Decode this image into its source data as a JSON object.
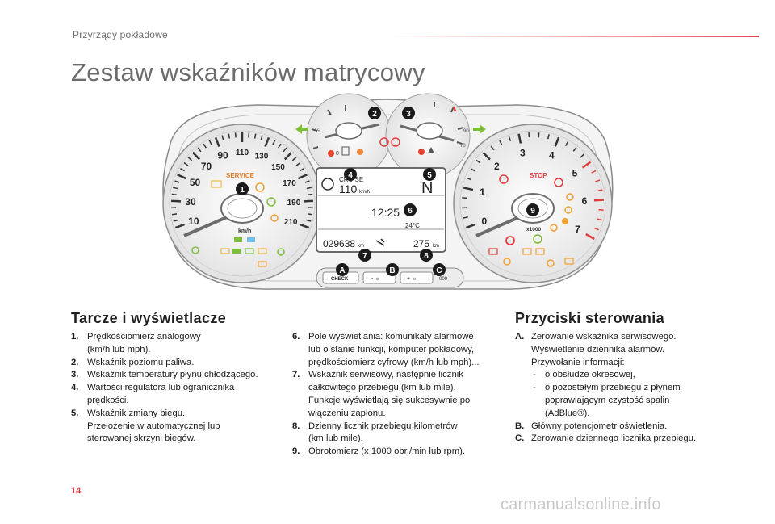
{
  "header": {
    "section": "Przyrządy pokładowe",
    "title": "Zestaw wskaźników matrycowy"
  },
  "cluster": {
    "speedo_ticks": [
      "10",
      "30",
      "50",
      "70",
      "90",
      "110",
      "130",
      "150",
      "170",
      "190",
      "210"
    ],
    "speedo_unit": "km/h",
    "service_label": "SERVICE",
    "tach_ticks": [
      "0",
      "1",
      "2",
      "3",
      "4",
      "5",
      "6",
      "7"
    ],
    "tach_unit": "x1000",
    "stop_label": "STOP",
    "fuel_full": "1",
    "fuel_half": "½",
    "fuel_empty": "0",
    "temp_high": "90",
    "temp_low": "70",
    "display": {
      "cruise_label": "CRUISE",
      "cruise_speed": "110",
      "cruise_unit": "km/h",
      "gear": "N",
      "clock": "12:25",
      "temperature": "24°C",
      "odometer": "029638",
      "odometer_unit": "km",
      "service_distance": "275",
      "service_unit": "km"
    },
    "buttons": {
      "check": "CHECK",
      "minus": "- ☼",
      "plus": "+ ☼",
      "trip": "000"
    },
    "callouts": [
      "1",
      "2",
      "3",
      "4",
      "5",
      "6",
      "7",
      "8",
      "9",
      "A",
      "B",
      "C"
    ]
  },
  "dials": {
    "heading": "Tarcze i wyświetlacze",
    "col1": [
      {
        "num": "1.",
        "lines": [
          "Prędkościomierz analogowy",
          "(km/h lub mph)."
        ]
      },
      {
        "num": "2.",
        "lines": [
          "Wskaźnik poziomu paliwa."
        ]
      },
      {
        "num": "3.",
        "lines": [
          "Wskaźnik temperatury płynu chłodzącego."
        ]
      },
      {
        "num": "4.",
        "lines": [
          "Wartości regulatora lub ogranicznika",
          "prędkości."
        ]
      },
      {
        "num": "5.",
        "lines": [
          "Wskaźnik zmiany biegu.",
          "Przełożenie w automatycznej lub",
          "sterowanej skrzyni biegów."
        ]
      }
    ],
    "col2": [
      {
        "num": "6.",
        "lines": [
          "Pole wyświetlania: komunikaty alarmowe",
          "lub o stanie funkcji, komputer pokładowy,",
          "prędkościomierz cyfrowy (km/h lub mph)..."
        ]
      },
      {
        "num": "7.",
        "lines": [
          "Wskaźnik serwisowy, następnie licznik",
          "całkowitego przebiegu (km lub mile).",
          "Funkcje wyświetlają się sukcesywnie po",
          "włączeniu zapłonu."
        ]
      },
      {
        "num": "8.",
        "lines": [
          "Dzienny licznik przebiegu kilometrów",
          "(km lub mile)."
        ]
      },
      {
        "num": "9.",
        "lines": [
          "Obrotomierz (x 1000 obr./min lub rpm)."
        ]
      }
    ]
  },
  "controls": {
    "heading": "Przyciski sterowania",
    "items": [
      {
        "num": "A.",
        "lines": [
          "Zerowanie wskaźnika serwisowego.",
          "Wyświetlenie dziennika alarmów.",
          "Przywołanie informacji:"
        ],
        "dashes": [
          "o obsłudze okresowej,",
          "o pozostałym przebiegu z płynem",
          "poprawiającym czystość spalin",
          "(AdBlue®)."
        ]
      },
      {
        "num": "B.",
        "lines": [
          "Główny potencjometr oświetlenia."
        ]
      },
      {
        "num": "C.",
        "lines": [
          "Zerowanie dziennego licznika przebiegu."
        ]
      }
    ]
  },
  "footer": {
    "page_number": "14",
    "watermark": "carmanualsonline.info"
  }
}
